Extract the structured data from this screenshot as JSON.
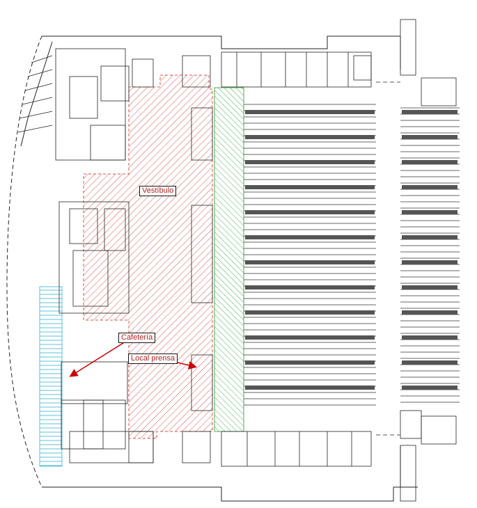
{
  "labels": {
    "vestibulo": "Vestíbulo",
    "cafeteria": "Cafetería",
    "local_prensa": "Local prensa"
  },
  "colors": {
    "linework": "#222222",
    "label_text": "#b22222",
    "vestibule_hatch": "#d9534f",
    "green_hatch": "#4caf50",
    "cyan_hatch": "#5bc0de",
    "arrow": "#cc0000"
  }
}
